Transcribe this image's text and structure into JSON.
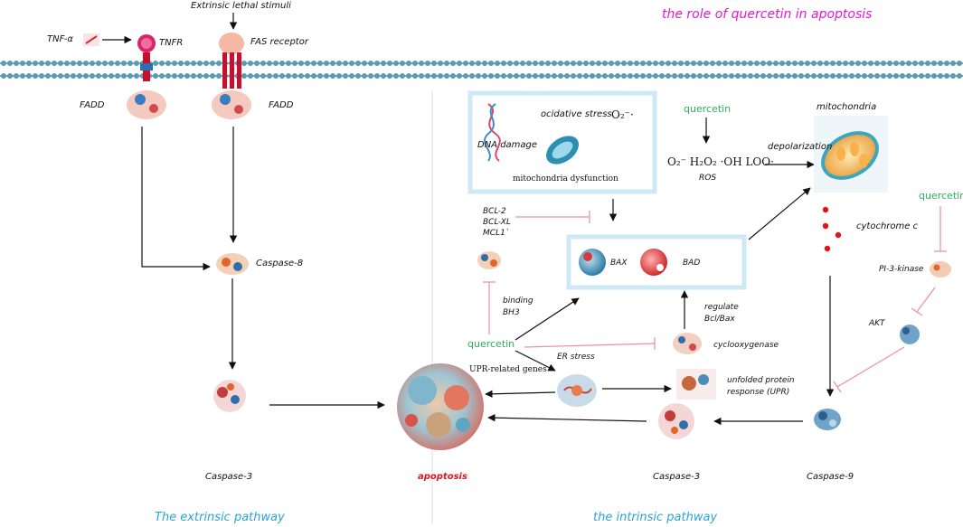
{
  "title": "the role of quercetin in apoptosis",
  "extrinsic": {
    "stimuli": "Extrinsic lethal stimuli",
    "tnf": "TNF-α",
    "tnfr": "TNFR",
    "fas_receptor": "FAS receptor",
    "fadd_left": "FADD",
    "fadd_right": "FADD",
    "caspase8": "Caspase-8",
    "caspase3": "Caspase-3",
    "pathway_label": "The extrinsic pathway"
  },
  "center": {
    "apoptosis": "apoptosis"
  },
  "intrinsic": {
    "dna_damage": "DNA damage",
    "oxidative_stress": "ocidative stress",
    "o2_top": "O₂⁻·",
    "mito_dysfunction": "mitochondria dysfunction",
    "quercetin_ros": "quercetin",
    "ros_formula": "O₂⁻ H₂O₂ ·OH LOO·",
    "ros": "ROS",
    "depolarization": "depolarization",
    "mitochondria": "mitochondria",
    "bcl_lines": [
      "BCL-2",
      "BCL-XL",
      "MCL1`"
    ],
    "bax": "BAX",
    "bad": "BAD",
    "binding": "binding",
    "bh3": "BH3",
    "quercetin_main": "quercetin",
    "upr_genes": "UPR-related genes",
    "er_stress": "ER stress",
    "regulate": "regulate",
    "bcl_bax": "Bcl/Bax",
    "cyclooxygenase": "cyclooxygenase",
    "upr_line1": "unfolded protein",
    "upr_line2": "response (UPR)",
    "cytochrome_c": "cytochrome c",
    "quercetin_pi3k": "quercetin",
    "pi3k": "PI-3-kinase",
    "akt": "AKT",
    "caspase3": "Caspase-3",
    "caspase9": "Caspase-9",
    "pathway_label": "the intrinsic pathway"
  }
}
